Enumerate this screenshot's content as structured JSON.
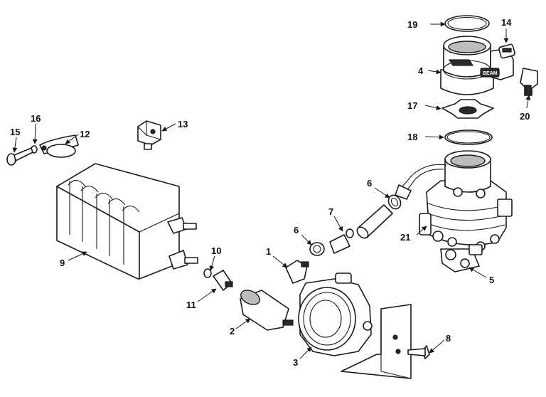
{
  "callouts": {
    "c1": "1",
    "c2": "2",
    "c3": "3",
    "c4": "4",
    "c5": "5",
    "c6a": "6",
    "c6b": "6",
    "c7": "7",
    "c8": "8",
    "c9": "9",
    "c10": "10",
    "c11": "11",
    "c12": "12",
    "c13": "13",
    "c14": "14",
    "c15": "15",
    "c16": "16",
    "c17": "17",
    "c18": "18",
    "c19": "19",
    "c20": "20",
    "c21": "21"
  },
  "mixer_stamp": "BEAM"
}
